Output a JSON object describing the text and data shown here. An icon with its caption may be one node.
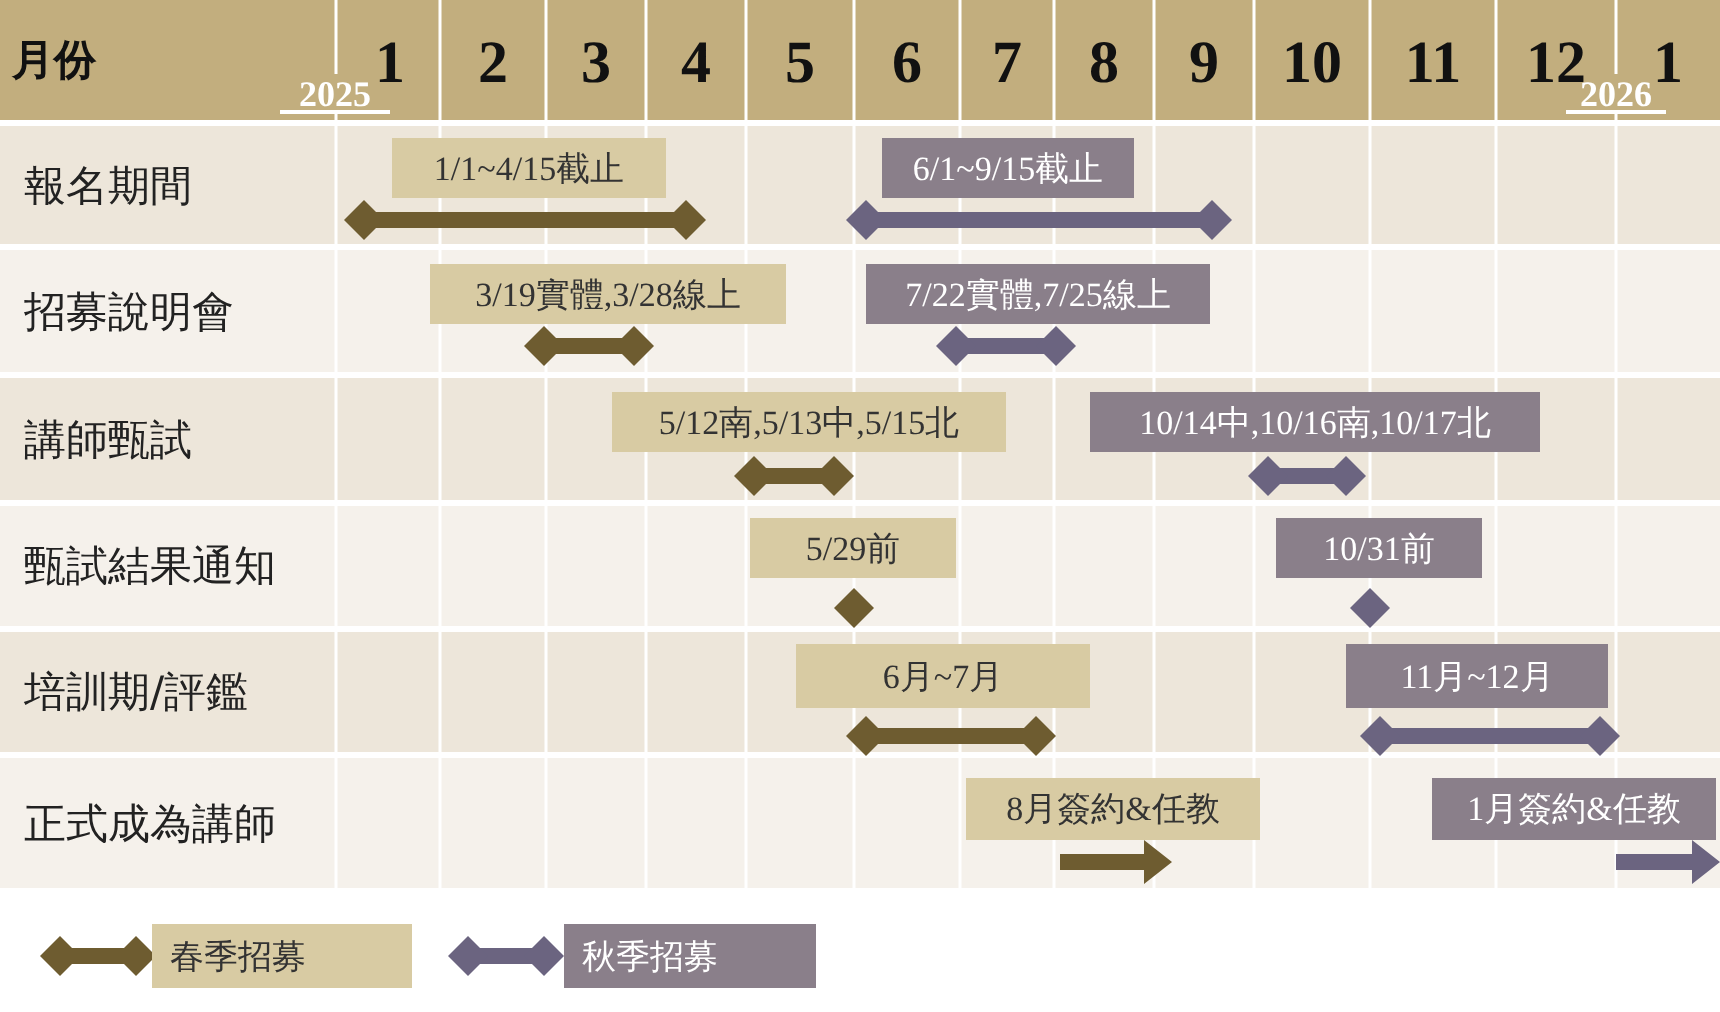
{
  "diagram": {
    "nodes": [
      {
        "text": [
          "1/1~4/15截止"
        ]
      },
      {
        "text": [
          "6/1~9/15截止"
        ]
      },
      {
        "text": [
          "3/19實體,3/28線上"
        ]
      },
      {
        "text": [
          "7/22實體,7/25線上"
        ]
      },
      {
        "text": [
          "5/12南,5/13中,5/15北"
        ]
      },
      {
        "text": [
          "10/14中,10/16南,10/17北"
        ]
      },
      {
        "text": [
          "5/29前"
        ]
      },
      {
        "text": [
          "10/31前"
        ]
      },
      {
        "text": [
          "6月~7月"
        ]
      },
      {
        "text": [
          "11月~12月"
        ]
      },
      {
        "text": [
          "8月簽約&任教"
        ]
      },
      {
        "text": [
          "1月簽約&任教"
        ]
      }
    ],
    "labels": [
      "月份",
      "2025",
      "1",
      "2",
      "3",
      "4",
      "5",
      "6",
      "7",
      "8",
      "9",
      "10",
      "11",
      "12",
      "2026",
      "1",
      "報名期間",
      "招募說明會",
      "講師甄試",
      "甄試結果通知",
      "培訓期/評鑑",
      "正式成為講師"
    ],
    "legend": [
      {
        "text": "春季招募",
        "color": "#6e5c30"
      },
      {
        "text": "秋季招募",
        "color": "#6b6480"
      }
    ]
  }
}
